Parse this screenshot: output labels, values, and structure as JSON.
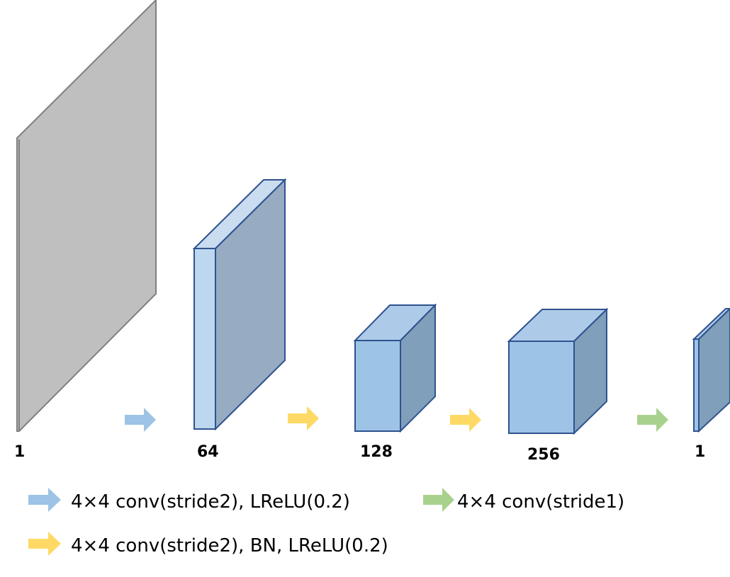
{
  "layers": [
    {
      "label": "1",
      "kind": "input"
    },
    {
      "label": "64",
      "kind": "feature"
    },
    {
      "label": "128",
      "kind": "feature"
    },
    {
      "label": "256",
      "kind": "feature"
    },
    {
      "label": "1",
      "kind": "output"
    }
  ],
  "legend": [
    {
      "text": "4×4 conv(stride2), LReLU(0.2)",
      "color": "#9dc3e6"
    },
    {
      "text": "4×4 conv(stride1)",
      "color": "#a9d18e"
    },
    {
      "text": "4×4 conv(stride2), BN, LReLU(0.2)",
      "color": "#ffd966"
    }
  ],
  "colors": {
    "input_plate": "#bfbfbf",
    "block_stroke": "#2f528f",
    "arrow_blue": "#9dc3e6",
    "arrow_yellow": "#ffd966",
    "arrow_green": "#a9d18e"
  }
}
